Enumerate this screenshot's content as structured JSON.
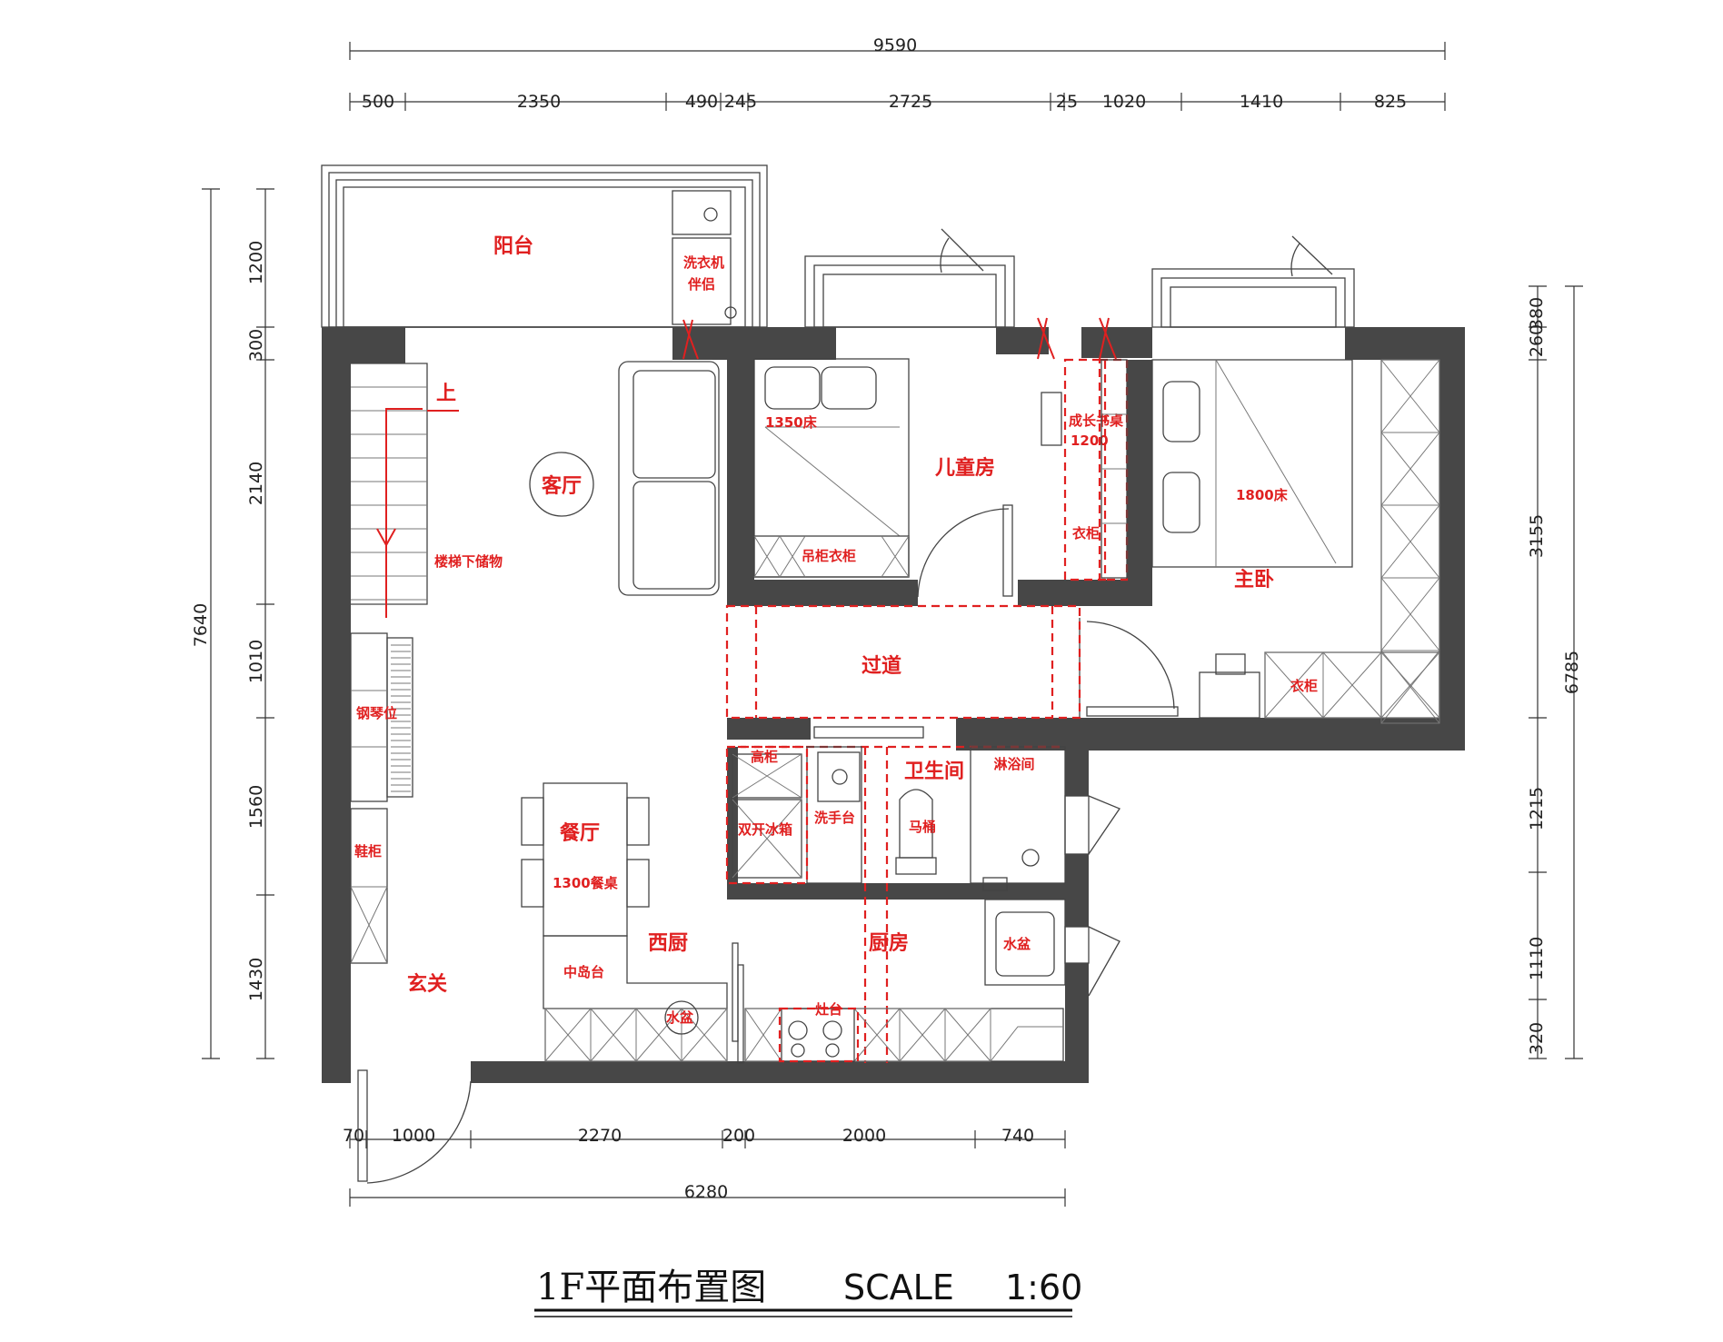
{
  "title": "1F平面布置图",
  "scale_label": "SCALE",
  "scale_value": "1:60",
  "dims": {
    "top_total": "9590",
    "top_segments": [
      "500",
      "2350",
      "490",
      "245",
      "2725",
      "25",
      "1020",
      "1410",
      "825"
    ],
    "bottom_total": "6280",
    "bottom_segments": [
      "70",
      "1000",
      "2270",
      "200",
      "2000",
      "740"
    ],
    "left_total": "7640",
    "left_segments": [
      "1200",
      "300",
      "2140",
      "1010",
      "1560",
      "1430"
    ],
    "right_total": "6785",
    "right_segments": [
      "260",
      "380",
      "3155",
      "1215",
      "1110",
      "320"
    ]
  },
  "rooms": {
    "balcony": "阳台",
    "living": "客厅",
    "kids_room": "儿童房",
    "master": "主卧",
    "corridor": "过道",
    "bathroom": "卫生间",
    "shower": "淋浴间",
    "dining": "餐厅",
    "western_kitchen": "西厨",
    "kitchen": "厨房",
    "entrance": "玄关"
  },
  "labels": {
    "washer": "洗衣机",
    "washer2": "伴侣",
    "up": "上",
    "stair_storage": "楼梯下储物",
    "bed_1350": "1350床",
    "wall_wardrobe": "吊柜衣柜",
    "growth_desk": "成长书桌",
    "growth_desk_size": "1200",
    "wardrobe_small": "衣柜",
    "bed_1800": "1800床",
    "wardrobe": "衣柜",
    "piano": "钢琴位",
    "shoe_cabinet": "鞋柜",
    "tall_cabinet": "高柜",
    "fridge": "双开冰箱",
    "wash_basin": "洗手台",
    "toilet": "马桶",
    "dining_table": "1300餐桌",
    "island": "中岛台",
    "sink_island": "水盆",
    "stove": "灶台",
    "sink": "水盆"
  }
}
